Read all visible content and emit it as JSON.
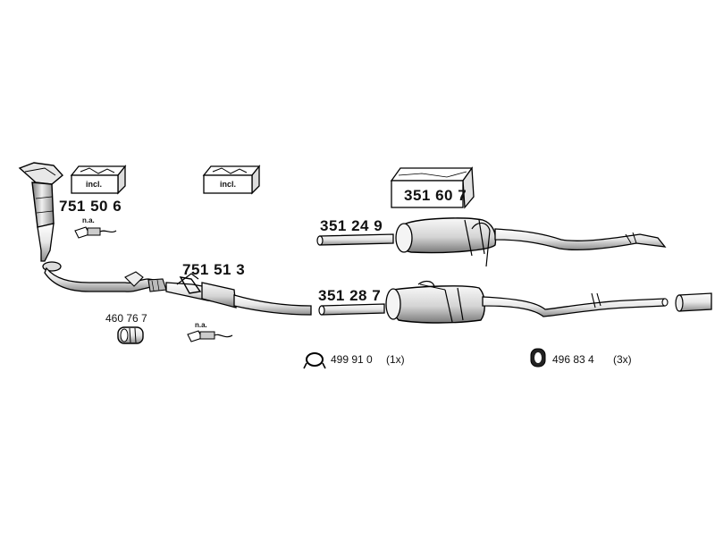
{
  "labels": {
    "converter_part": "751 50 6",
    "converter_box_text": "incl.",
    "converter_sensor_note": "n.a.",
    "front_pipe_part": "751 51 3",
    "front_pipe_box_text": "incl.",
    "front_pipe_sensor_note": "n.a.",
    "box_part": "351 60 7",
    "upper_muffler_part": "351 24 9",
    "lower_muffler_part": "351 28 7",
    "clamp_part": "460 76 7",
    "gasket_part": "499 91 0",
    "gasket_qty": "(1x)",
    "rubber_part": "496 83 4",
    "rubber_qty": "(3x)"
  },
  "colors": {
    "line": "#000000",
    "fill_light": "#f2f2f2",
    "fill_mid": "#d9d9d9",
    "fill_dark": "#9a9a9a"
  },
  "icons": {
    "catalytic_converter": "catalytic-converter-icon",
    "incl_box": "package-box-icon",
    "o2_sensor": "lambda-sensor-icon",
    "clamp": "pipe-clamp-icon",
    "gasket": "gasket-ring-icon",
    "rubber_mount": "rubber-hanger-icon",
    "muffler": "muffler-icon",
    "tail_pipe": "tail-pipe-icon"
  }
}
